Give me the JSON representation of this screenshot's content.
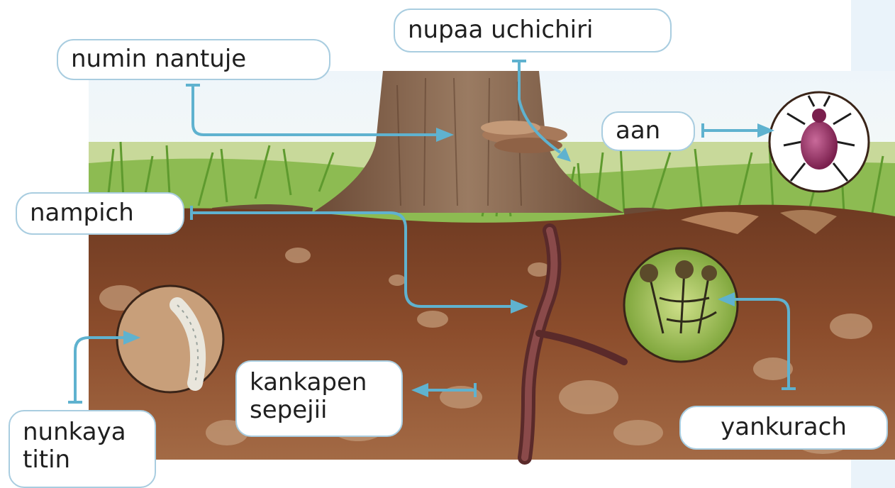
{
  "labels": {
    "numin_nantuje": "numin nantuje",
    "nupaa_uchichiri": "nupaa uchichiri",
    "aan": "aan",
    "nampich": "nampich",
    "kankapen_line1": "kankapen",
    "kankapen_line2": "sepejii",
    "nunkaya_line1": "nunkaya",
    "nunkaya_line2": "titin",
    "yankurach": "yankurach"
  },
  "colors": {
    "leader_line": "#5fb2cf",
    "label_border": "#a9cde0",
    "soil": "#8a4a2a",
    "grass": "#7fb24a"
  }
}
